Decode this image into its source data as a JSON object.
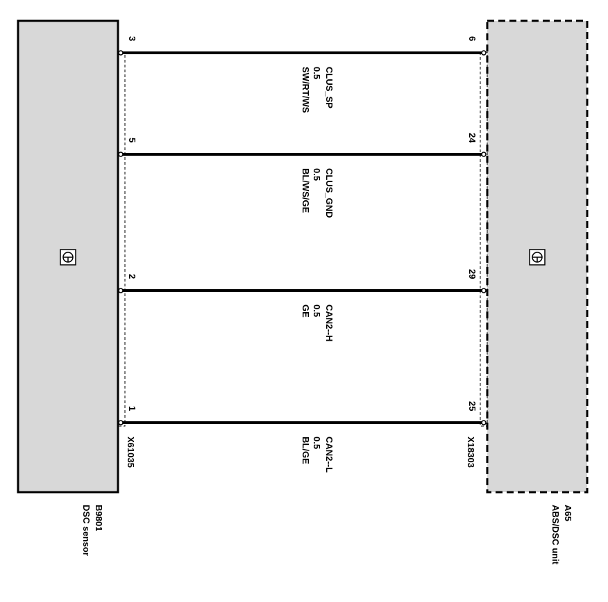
{
  "colors": {
    "component_fill": "#d8d8d8",
    "line": "#000000",
    "background": "#ffffff"
  },
  "left_component": {
    "id": "B9801",
    "name": "DSC sensor",
    "connector": "X61035",
    "icon": "ground-symbol-icon",
    "border": "solid"
  },
  "right_component": {
    "id": "A65",
    "name": "ABS/DSC unit",
    "connector": "X18303",
    "icon": "ground-symbol-icon",
    "border": "dashed"
  },
  "wires": [
    {
      "left_pin": "3",
      "right_pin": "6",
      "signal": "CLUS_SP",
      "size": "0.5",
      "color": "SW/RT/WS"
    },
    {
      "left_pin": "5",
      "right_pin": "24",
      "signal": "CLUS_GND",
      "size": "0.5",
      "color": "BL/WS/GE"
    },
    {
      "left_pin": "2",
      "right_pin": "29",
      "signal": "CAN2--H",
      "size": "0.5",
      "color": "GE"
    },
    {
      "left_pin": "1",
      "right_pin": "25",
      "signal": "CAN2--L",
      "size": "0.5",
      "color": "BL/GE"
    }
  ]
}
